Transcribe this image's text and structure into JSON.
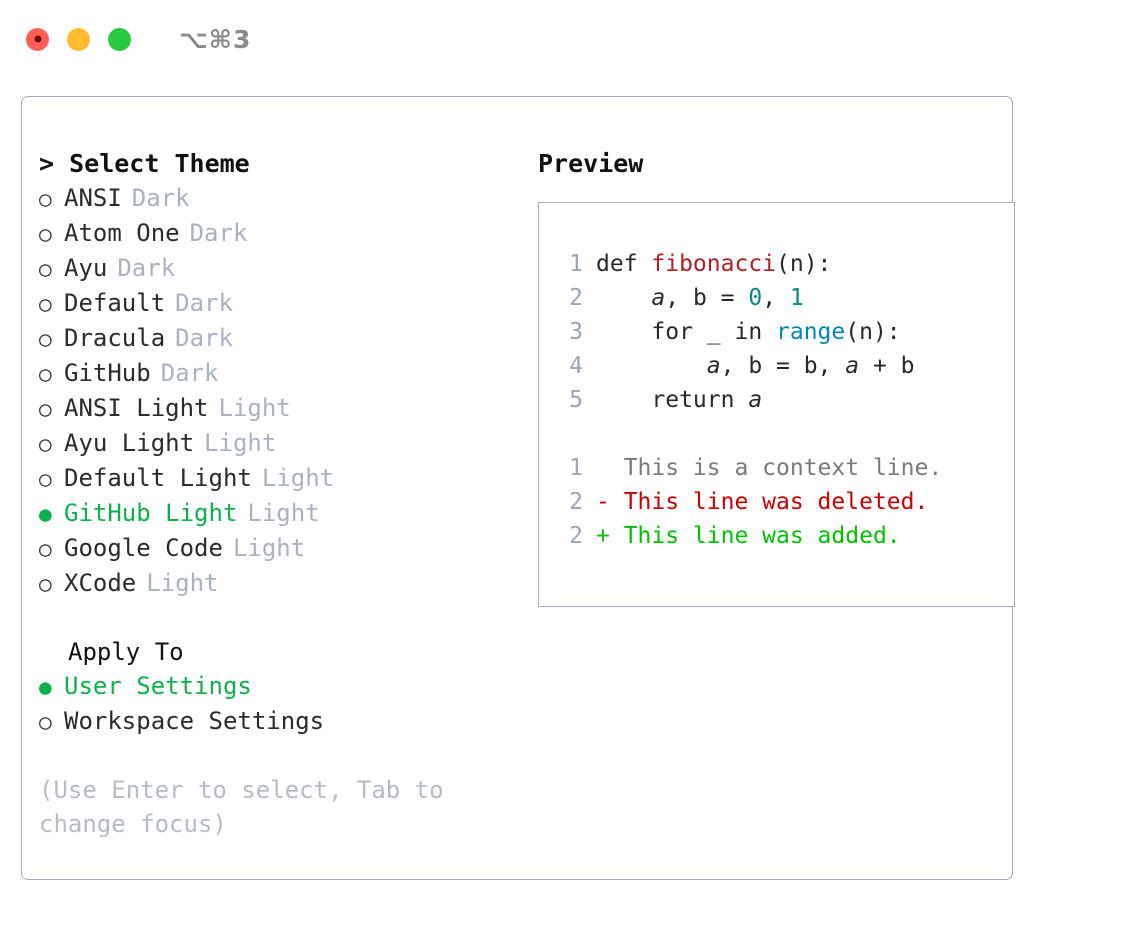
{
  "window": {
    "traffic_lights": [
      "close-red",
      "minimize-yellow",
      "zoom-green"
    ],
    "keycap_label": "⌥⌘3",
    "colors": {
      "accent_green": "#0db14b",
      "border": "#a3acbb",
      "muted": "#aab2bf",
      "hint": "#b6bcc6",
      "diff_add": "#00c300",
      "diff_del": "#cc0000",
      "func": "#b31d28",
      "number": "#038a84",
      "builtin": "#0288b0"
    }
  },
  "theme_panel": {
    "title": "> Select Theme",
    "title_caret": ">",
    "title_text": "Select Theme",
    "bullet_empty": "○",
    "bullet_filled": "●",
    "items": [
      {
        "name": "ANSI",
        "kind": "Dark",
        "selected": false
      },
      {
        "name": "Atom One",
        "kind": "Dark",
        "selected": false
      },
      {
        "name": "Ayu",
        "kind": "Dark",
        "selected": false
      },
      {
        "name": "Default",
        "kind": "Dark",
        "selected": false
      },
      {
        "name": "Dracula",
        "kind": "Dark",
        "selected": false
      },
      {
        "name": "GitHub",
        "kind": "Dark",
        "selected": false
      },
      {
        "name": "ANSI Light",
        "kind": "Light",
        "selected": false
      },
      {
        "name": "Ayu Light",
        "kind": "Light",
        "selected": false
      },
      {
        "name": "Default Light",
        "kind": "Light",
        "selected": false
      },
      {
        "name": "GitHub Light",
        "kind": "Light",
        "selected": true
      },
      {
        "name": "Google Code",
        "kind": "Light",
        "selected": false
      },
      {
        "name": "XCode",
        "kind": "Light",
        "selected": false
      }
    ]
  },
  "apply_to": {
    "title": "Apply To",
    "options": [
      {
        "label": "User Settings",
        "selected": true
      },
      {
        "label": "Workspace Settings",
        "selected": false
      }
    ]
  },
  "hint": "(Use Enter to select, Tab to change focus)",
  "preview": {
    "title": "Preview",
    "code_lines": [
      {
        "num": "1",
        "tokens": [
          {
            "text": "def ",
            "type": "plain"
          },
          {
            "text": "fibonacci",
            "type": "func"
          },
          {
            "text": "(n):",
            "type": "plain"
          }
        ]
      },
      {
        "num": "2",
        "tokens": [
          {
            "text": "    ",
            "type": "plain"
          },
          {
            "text": "a",
            "type": "var"
          },
          {
            "text": ", ",
            "type": "plain"
          },
          {
            "text": "b",
            "type": "plain"
          },
          {
            "text": " = ",
            "type": "plain"
          },
          {
            "text": "0",
            "type": "num"
          },
          {
            "text": ", ",
            "type": "plain"
          },
          {
            "text": "1",
            "type": "num"
          }
        ]
      },
      {
        "num": "3",
        "tokens": [
          {
            "text": "    for _ in ",
            "type": "plain"
          },
          {
            "text": "range",
            "type": "builtin"
          },
          {
            "text": "(n):",
            "type": "plain"
          }
        ]
      },
      {
        "num": "4",
        "tokens": [
          {
            "text": "        ",
            "type": "plain"
          },
          {
            "text": "a",
            "type": "var"
          },
          {
            "text": ", b = b, ",
            "type": "plain"
          },
          {
            "text": "a",
            "type": "var"
          },
          {
            "text": " + b",
            "type": "plain"
          }
        ]
      },
      {
        "num": "5",
        "tokens": [
          {
            "text": "    return ",
            "type": "plain"
          },
          {
            "text": "a",
            "type": "var"
          }
        ]
      }
    ],
    "diff_lines": [
      {
        "num": "1",
        "marker": " ",
        "text": "  This is a context line.",
        "kind": "context"
      },
      {
        "num": "2",
        "marker": "-",
        "text": "- This line was deleted.",
        "kind": "del"
      },
      {
        "num": "2",
        "marker": "+",
        "text": "+ This line was added.",
        "kind": "add"
      }
    ]
  }
}
